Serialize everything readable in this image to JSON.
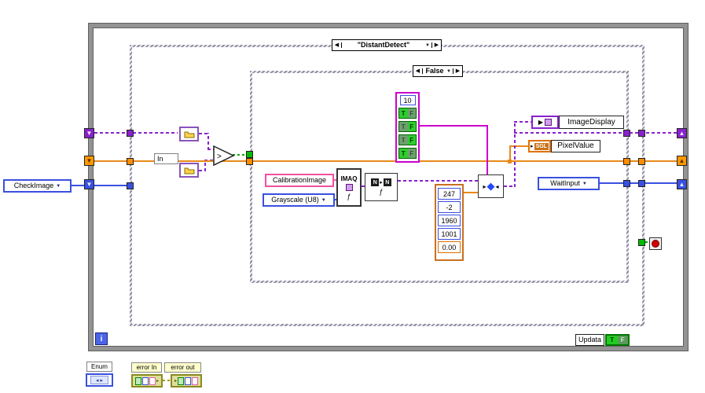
{
  "selectors": {
    "outer": "\"DistantDetect\"",
    "inner": "False"
  },
  "icons": {
    "prev": "◀",
    "next": "▶",
    "dropdown": "▼",
    "sr_up": "▲",
    "sr_down": "▼",
    "tri_right": "▸",
    "tri_left": "◂",
    "diamond": "◆",
    "fn": "ƒ",
    "play": "▶",
    "gt": ">"
  },
  "loop": {
    "iteration": "i"
  },
  "left_panel": {
    "check_image": "CheckImage"
  },
  "case_content": {
    "in_const": "In"
  },
  "inner_case": {
    "calibration_image": "CalibrationImage",
    "grayscale": "Grayscale (U8)",
    "imaq": "IMAQ",
    "n_left": "N",
    "n_right": "N",
    "wait_input": "WaitInput",
    "image_display": "ImageDisplay",
    "pixel_value": "PixelValue",
    "sgl": "SGL",
    "bool_cluster": {
      "index": "10",
      "values": [
        "T",
        "F",
        "F",
        "T"
      ]
    },
    "bool_letters": {
      "t": "T",
      "f": "F"
    },
    "num_cluster": [
      "247",
      "-2",
      "1960",
      "1001",
      "0.00"
    ]
  },
  "footer": {
    "updata": "Updata",
    "t": "T",
    "f": "F"
  },
  "external": {
    "enum_label": "Enum",
    "error_in": "error In",
    "error_out": "error out"
  }
}
